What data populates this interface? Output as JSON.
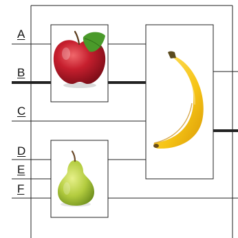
{
  "inputs": [
    "A",
    "B",
    "C",
    "D",
    "E",
    "F"
  ],
  "blocks": {
    "apple": {
      "icon": "apple-icon"
    },
    "pear": {
      "icon": "pear-icon"
    },
    "banana": {
      "icon": "banana-icon"
    }
  },
  "colors": {
    "wire": "#222222",
    "apple": "#b3162a",
    "leaf": "#4a9a2a",
    "pear": "#a7c43c",
    "banana": "#f6c416"
  }
}
